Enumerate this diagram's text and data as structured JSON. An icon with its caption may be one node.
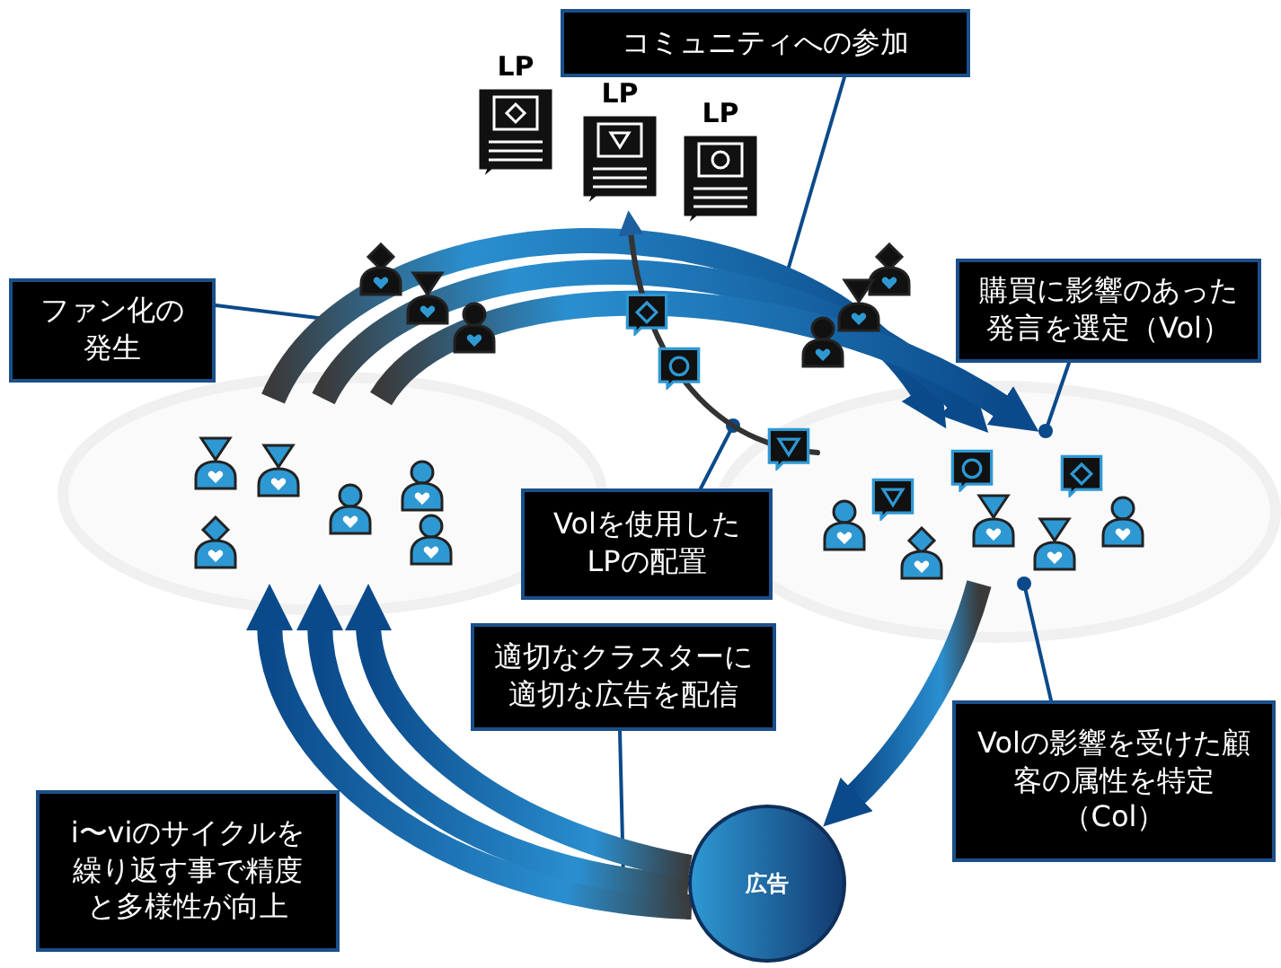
{
  "diagram": {
    "nodes": [
      {
        "text": [
          "コミュニティへの参加"
        ]
      },
      {
        "text": [
          "ファン化の発生"
        ]
      },
      {
        "text": [
          "購買に影響のあった発言を選定（Vol）"
        ]
      },
      {
        "text": [
          "Volを使用したLPの配置"
        ]
      },
      {
        "text": [
          "適切なクラスターに適切な広告を配信"
        ]
      },
      {
        "text": [
          "i〜viのサイクルを繰り返す事で精度と多様性が向上"
        ]
      },
      {
        "text": [
          "Volの影響を受けた顧客の属性を特定（Col）"
        ]
      },
      {
        "text": [
          "広告"
        ]
      },
      {
        "text": [
          "LP"
        ]
      },
      {
        "text": [
          "LP"
        ]
      },
      {
        "text": [
          "LP"
        ]
      },
      {
        "text": [],
        "shape": "person"
      },
      {
        "text": [],
        "shape": "person"
      }
    ],
    "edges": [
      {
        "from": 0,
        "to": null,
        "arrow": "other"
      },
      {
        "from": 1,
        "to": null,
        "arrow": "other"
      },
      {
        "from": 2,
        "to": 12,
        "arrow": "other"
      },
      {
        "from": 3,
        "to": null,
        "arrow": "other"
      },
      {
        "from": 4,
        "to": null,
        "arrow": "other"
      },
      {
        "from": 6,
        "to": 12,
        "arrow": "other"
      },
      {
        "from": 11,
        "to": 12,
        "arrow": "to",
        "style": "thick"
      },
      {
        "from": 11,
        "to": 12,
        "arrow": "to",
        "style": "thick"
      },
      {
        "from": 11,
        "to": 12,
        "arrow": "to",
        "style": "thick"
      },
      {
        "from": 12,
        "to": 7,
        "arrow": "to",
        "style": "thick"
      },
      {
        "from": 7,
        "to": 11,
        "arrow": "to",
        "style": "thick"
      },
      {
        "from": 7,
        "to": 11,
        "arrow": "to",
        "style": "thick"
      },
      {
        "from": 7,
        "to": 11,
        "arrow": "to",
        "style": "thick"
      },
      {
        "from": 12,
        "to": 9,
        "arrow": "to",
        "color": "#333333"
      }
    ]
  }
}
